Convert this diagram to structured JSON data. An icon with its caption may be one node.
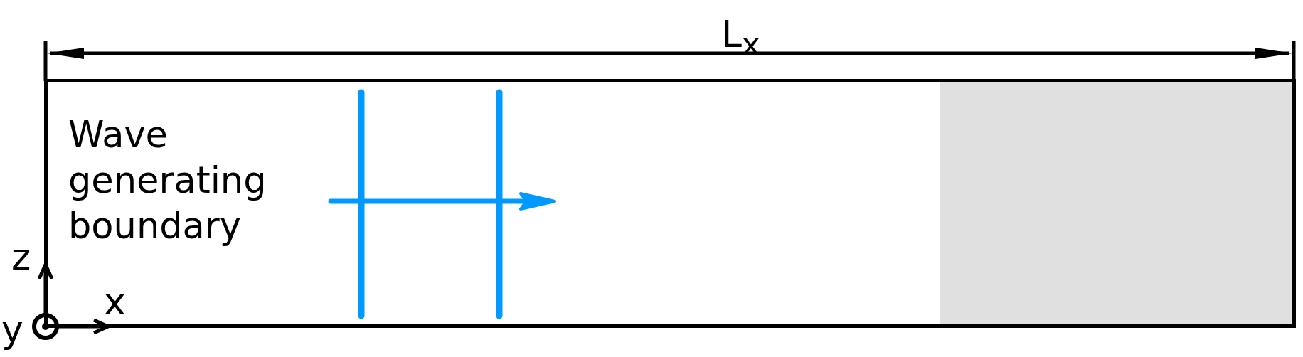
{
  "diagram": {
    "nodes": [
      {
        "text": [
          "Wave generating boundary"
        ]
      },
      {
        "text": [],
        "shape": "box",
        "in": 0
      }
    ],
    "labels": [
      "L$_{x}$",
      "z",
      "x",
      "y"
    ]
  }
}
